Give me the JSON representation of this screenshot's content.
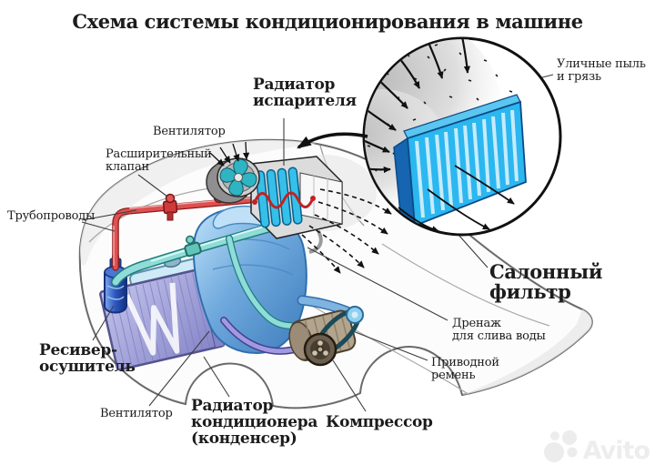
{
  "title": "Схема системы кондиционирования в машине",
  "labels": {
    "evaporator_radiator": {
      "lines": [
        "Радиатор",
        "испарителя"
      ]
    },
    "fan_top": {
      "lines": [
        "Вентилятор"
      ]
    },
    "expansion_valve": {
      "lines": [
        "Расширительный",
        "клапан"
      ]
    },
    "pipes": {
      "lines": [
        "Трубопроводы"
      ]
    },
    "street_dust": {
      "lines": [
        "Уличные пыль",
        "и грязь"
      ]
    },
    "cabin_filter": {
      "lines": [
        "Салонный",
        "фильтр"
      ]
    },
    "drainage": {
      "lines": [
        "Дренаж",
        "для слива воды"
      ]
    },
    "drive_belt": {
      "lines": [
        "Приводной",
        "ремень"
      ]
    },
    "receiver_dryer": {
      "lines": [
        "Ресивер-",
        "осушитель"
      ]
    },
    "fan_bottom": {
      "lines": [
        "Вентилятор"
      ]
    },
    "condenser": {
      "lines": [
        "Радиатор",
        "кондиционера",
        "(конденсер)"
      ]
    },
    "compressor": {
      "lines": [
        "Компрессор"
      ]
    }
  },
  "watermark": {
    "text": "Avito"
  },
  "colors": {
    "filter_blue": "#2bb7f0",
    "pipe_red": "#d94a4a",
    "pipe_teal": "#8fdcd8",
    "engine_blue": "#5b9bd5",
    "condenser_purple": "#9f9fd8",
    "outline_gray": "#6a6a6a",
    "text": "#1c1c1c",
    "watermark_gray": "#ededed"
  }
}
